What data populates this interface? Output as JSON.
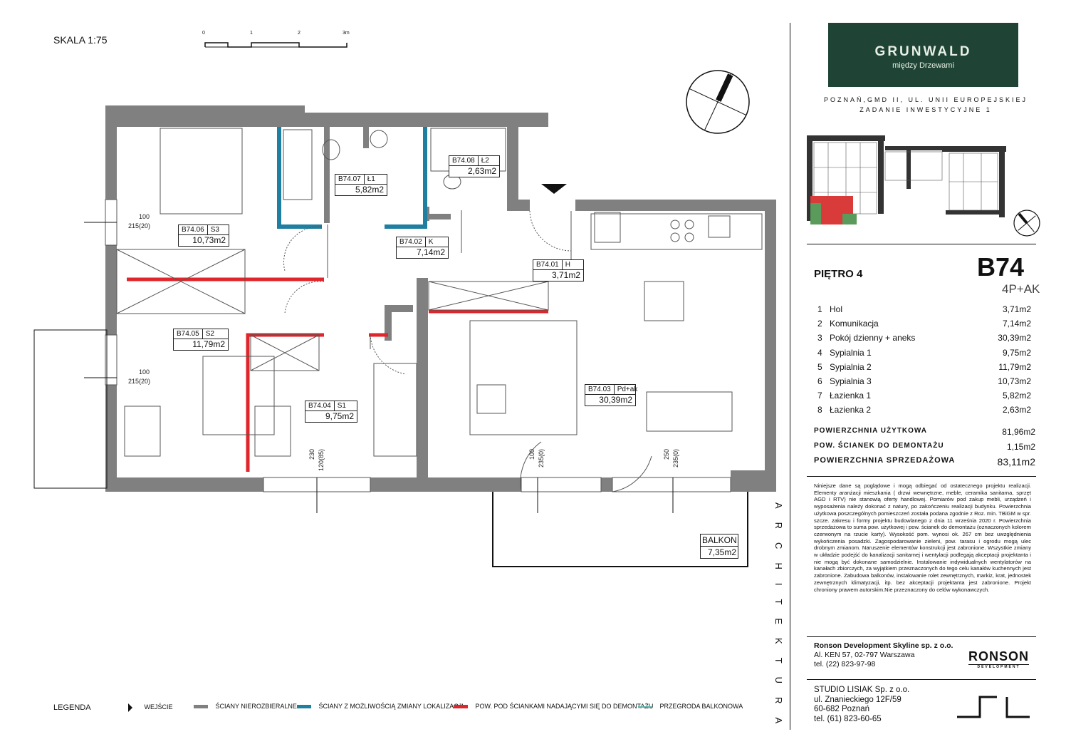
{
  "scale": {
    "label": "SKALA 1:75",
    "ticks": [
      "0",
      "1",
      "2",
      "3m"
    ]
  },
  "rooms_plan": [
    {
      "code": "B74.07",
      "sym": "Ł1",
      "area": "5,82m2"
    },
    {
      "code": "B74.08",
      "sym": "Ł2",
      "area": "2,63m2"
    },
    {
      "code": "B74.06",
      "sym": "S3",
      "area": "10,73m2"
    },
    {
      "code": "B74.02",
      "sym": "K",
      "area": "7,14m2"
    },
    {
      "code": "B74.01",
      "sym": "H",
      "area": "3,71m2"
    },
    {
      "code": "B74.05",
      "sym": "S2",
      "area": "11,79m2"
    },
    {
      "code": "B74.03",
      "sym": "Pd+ak",
      "area": "30,39m2"
    },
    {
      "code": "B74.04",
      "sym": "S1",
      "area": "9,75m2"
    }
  ],
  "dims": {
    "win_s3_w": "100",
    "win_s3_h": "215(20)",
    "win_s2_w": "100",
    "win_s2_h": "215(20)",
    "win_s1_a": "230",
    "win_s1_b": "120(85)",
    "door1_a": "100",
    "door1_b": "235(0)",
    "door2_a": "250",
    "door2_b": "235(0)"
  },
  "balcony": {
    "label": "BALKON",
    "area": "7,35m2"
  },
  "brand": {
    "name": "GRUNWALD",
    "tagline": "między Drzewami",
    "color": "#1f4436"
  },
  "address": {
    "line1": "POZNAŃ,GMD II, UL. UNII EUROPEJSKIEJ",
    "line2": "ZADANIE INWESTYCYJNE 1"
  },
  "apartment": {
    "floor": "PIĘTRO 4",
    "code": "B74",
    "type": "4P+AK"
  },
  "room_list": [
    {
      "no": "1",
      "name": "Hol",
      "area": "3,71m2"
    },
    {
      "no": "2",
      "name": "Komunikacja",
      "area": "7,14m2"
    },
    {
      "no": "3",
      "name": "Pokój dzienny + aneks",
      "area": "30,39m2"
    },
    {
      "no": "4",
      "name": "Sypialnia 1",
      "area": "9,75m2"
    },
    {
      "no": "5",
      "name": "Sypialnia 2",
      "area": "11,79m2"
    },
    {
      "no": "6",
      "name": "Sypialnia 3",
      "area": "10,73m2"
    },
    {
      "no": "7",
      "name": "Łazienka 1",
      "area": "5,82m2"
    },
    {
      "no": "8",
      "name": "Łazienka 2",
      "area": "2,63m2"
    }
  ],
  "summary": {
    "usable_label": "POWIERZCHNIA UŻYTKOWA",
    "usable": "81,96m2",
    "demolition_label": "POW. ŚCIANEK DO DEMONTAŻU",
    "demolition": "1,15m2",
    "sales_label": "POWIERZCHNIA SPRZEDAŻOWA",
    "sales": "83,11m2"
  },
  "disclaimer": "Niniejsze dane są poglądowe i mogą odbiegać od ostatecznego projektu realizacji. Elementy aranżacji mieszkania ( drzwi wewnętrzne, meble, ceramika sanitarna, sprzęt AGD i RTV) nie stanowią oferty handlowej. Pomiarów pod zakup mebli, urządzeń i wyposażenia należy dokonać z natury, po zakończeniu realizacji budynku. Powierzchnia użytkowa poszczególnych pomieszczeń została podana zgodnie z Roz. min. TBiGM w spr. szcze. zakresu i formy projektu budowlanego z dnia 11 września 2020 r. Powierzchnia sprzedażowa to suma pow. użytkowej i pow. ścianek do demontażu (oznaczonych kolorem czerwonym na rzucie karty). Wysokość pom. wynosi ok. 267 cm bez uwzględnienia wykończenia posadzki. Zagospodarowanie zieleni, pow. tarasu i ogrodu mogą ulec drobnym zmianom. Naruszenie elementów konstrukcji jest zabronione. Wszystkie zmiany w układzie podejść do kanalizacji sanitarnej i wentylacji podlegają akceptacji projektanta i nie mogą być dokonane samodzielnie. Instalowanie indywidualnych wentylatorów na kanałach zbiorczych, za wyjątkiem przeznaczonych do tego celu kanałów kuchennych jest zabronione. Zabudowa balkonów, instalowanie rolet zewnętrznych, markiz, krat, jednostek zewnętrznych klimatyzacji, itp. bez akceptacji projektanta jest zabronione. Projekt chroniony prawem autorskim.Nie przeznaczony do celów wykonawczych.",
  "developer": {
    "name": "Ronson Development  Skyline sp. z o.o.",
    "addr": "Al. KEN 57, 02-797 Warszawa",
    "tel": "tel. (22) 823-97-98",
    "logo": "RONSON",
    "logo_sub": "DEVELOPMENT"
  },
  "studio": {
    "name": "STUDIO LISIAK Sp. z o.o.",
    "addr1": "ul. Znanieckiego 12F/59",
    "addr2": "60-682 Poznań",
    "tel": "tel. (61) 823-60-65"
  },
  "architektura": "ARCHITEKTURA",
  "legend": {
    "title": "LEGENDA",
    "items": [
      {
        "label": "WEJŚCIE",
        "color": "#111111"
      },
      {
        "label": "ŚCIANY NIEROZBIERALNE",
        "color": "#808080"
      },
      {
        "label": "ŚCIANY Z MOŻLIWOŚCIĄ ZMIANY LOKALIZACJI",
        "color": "#1e7fa0"
      },
      {
        "label": "POW. POD ŚCIANKAMI NADAJĄCYMI SIĘ DO DEMONTAŻU",
        "color": "#e0262b"
      },
      {
        "label": "PRZEGRODA BALKONOWA",
        "color": "#5fb8ad"
      }
    ]
  }
}
